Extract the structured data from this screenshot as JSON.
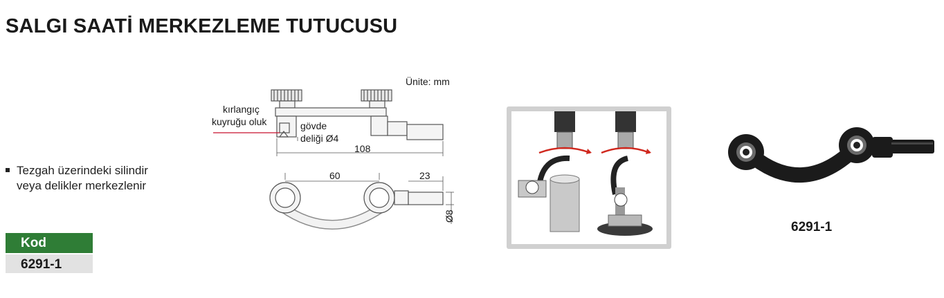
{
  "title": "SALGI SAATİ MERKEZLEME TUTUCUSU",
  "feature": {
    "line1": "Tezgah üzerindeki silindir",
    "line2": "veya delikler merkezlenir"
  },
  "code_table": {
    "header": "Kod",
    "rows": [
      "6291-1"
    ]
  },
  "drawing": {
    "unit_label": "Ünite: mm",
    "label_dovetail_1": "kırlangıç",
    "label_dovetail_2": "kuyruğu oluk",
    "label_body_1": "gövde",
    "label_body_2": "deliği Ø4",
    "dim_length": "108",
    "dim_span": "60",
    "dim_arm": "23",
    "dim_dia": "Ø8"
  },
  "product": {
    "code": "6291-1"
  },
  "colors": {
    "accent_green": "#2f7d36",
    "leader_red": "#c8102e",
    "product_black": "#1b1b1b",
    "photo_red_arrow": "#d0281e"
  },
  "icons": {
    "bullet": "square-bullet-icon",
    "rotation": "rotation-arrow-icon"
  }
}
